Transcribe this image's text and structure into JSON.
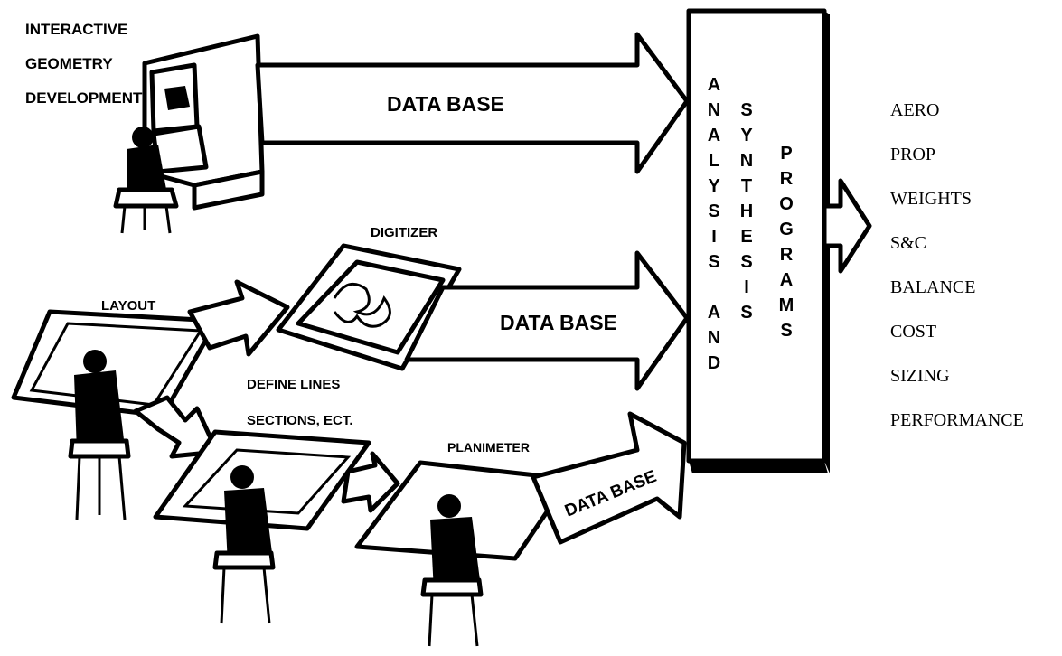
{
  "labels": {
    "interactive_line1": "INTERACTIVE",
    "interactive_line2": "GEOMETRY",
    "interactive_line3": "DEVELOPMENT",
    "data_base_top": "DATA BASE",
    "digitizer": "DIGITIZER",
    "data_base_middle": "DATA BASE",
    "layout": "LAYOUT",
    "define_lines_1": "DEFINE LINES",
    "define_lines_2": "SECTIONS, ECT.",
    "planimeter": "PLANIMETER",
    "data_base_bottom": "DATA BASE",
    "analysis_and": "ANALYSIS AND",
    "synthesis": "SYNTHESIS",
    "programs": "PROGRAMS"
  },
  "outputs": [
    "AERO",
    "PROP",
    "WEIGHTS",
    "S&C",
    "BALANCE",
    "COST",
    "SIZING",
    "PERFORMANCE"
  ]
}
